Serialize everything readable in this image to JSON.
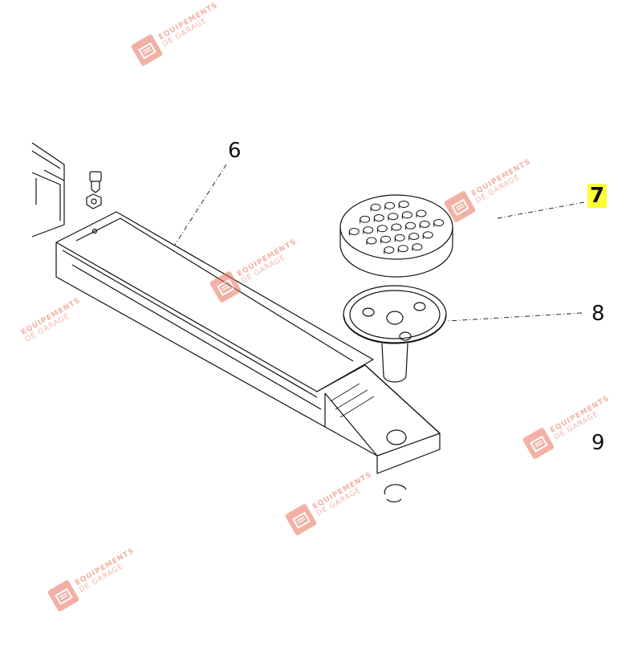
{
  "callouts": {
    "arm": "6",
    "pad": "7",
    "pad_holder": "8",
    "retaining_ring": "9"
  },
  "watermark": {
    "line1": "EQUIPEMENTS",
    "line2": "DE GARAGE",
    "icon": "garage-logo-icon"
  },
  "colors": {
    "highlight": "#ffff33",
    "watermark": "#e8735c",
    "line": "#111111"
  }
}
